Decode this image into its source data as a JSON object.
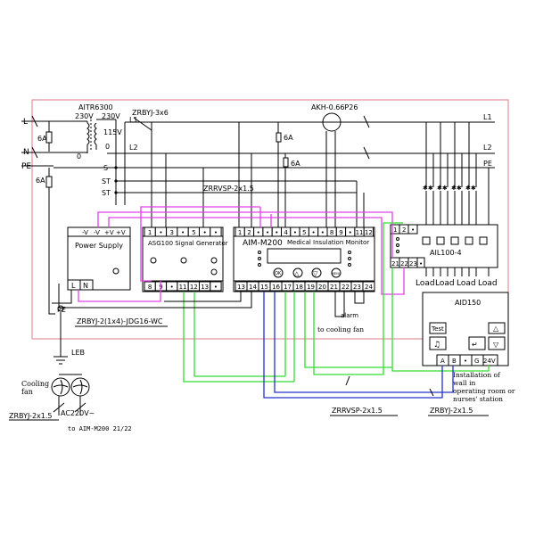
{
  "colors": {
    "frame": "#e07a88",
    "magenta": "#e040e8",
    "green": "#33dd33",
    "blue": "#2233cc",
    "wire": "#000000"
  },
  "transformer": {
    "name": "AITR6300",
    "v_left": "230V",
    "v_right": "230V",
    "v_mid": "115V",
    "zero": "0",
    "zero2": "0"
  },
  "power_labels": {
    "l": "L",
    "n": "N",
    "pe": "PE",
    "l1": "L1",
    "l2": "L2",
    "fuse_6a_1": "6A",
    "fuse_6a_2": "6A",
    "fuse_6a_3": "6A",
    "fuse_6a_4": "6A",
    "s": "S",
    "st1": "ST",
    "st2": "ST",
    "right_l1": "L1",
    "right_l2": "L2",
    "right_pe": "PE"
  },
  "cables": {
    "zrbyj_3x6": "ZRBYJ-3x6",
    "akh": "AKH-0.66P26",
    "zrrvsp_top": "ZRRVSP-2x1.5",
    "zrbyj_conduit": "ZRBYJ-2(1x4)-JDG16-WC",
    "zrrvsp_bottom": "ZRRVSP-2x1.5",
    "zrbyj_bottom": "ZRBYJ-2x1.5",
    "zrbyj_fan": "ZRBYJ-2x1.5",
    "ac220": "AC220V~"
  },
  "power_supply": {
    "title": "Power Supply",
    "terminals": [
      "-V",
      "-V",
      "+V",
      "+V"
    ],
    "bottom_l": "L",
    "bottom_n": "N"
  },
  "signal_generator": {
    "title": "ASG100 Signal Generator",
    "top_terminals": [
      "1",
      "•",
      "3",
      "•",
      "5",
      "•",
      "•"
    ],
    "bottom_terminals": [
      "8",
      "9",
      "•",
      "11",
      "12",
      "13",
      "•"
    ]
  },
  "monitor": {
    "model": "AIM-M200",
    "subtitle": "Medical Insulation Monitor",
    "top_terminals": [
      "1",
      "2",
      "•",
      "•",
      "•",
      "4",
      "•",
      "5",
      "•",
      "•",
      "8",
      "9",
      "•",
      "11",
      "12"
    ],
    "bottom_terminals": [
      "13",
      "14",
      "15",
      "16",
      "17",
      "18",
      "19",
      "20",
      "21",
      "22",
      "23",
      "24"
    ],
    "buttons": [
      "OK",
      "△",
      "▽",
      "MENU"
    ],
    "alarm": "alarm",
    "to_fan": "to cooling fan"
  },
  "ail": {
    "name": "AIL100-4",
    "top_terminals": [
      "1",
      "2",
      "•"
    ],
    "bottom_terminals": [
      "21",
      "22",
      "23",
      "•"
    ],
    "loads": [
      "Load",
      "Load",
      "Load",
      "Load"
    ]
  },
  "aid": {
    "name": "AID150",
    "test": "Test",
    "terminals": [
      "A",
      "B",
      "•",
      "G",
      "24V"
    ],
    "install_note": [
      "Installation of",
      "wall in",
      "operating room or",
      "nurses' station"
    ]
  },
  "ground": {
    "pe": "PE",
    "leb": "LEB"
  },
  "fan": {
    "title_1": "Cooling",
    "title_2": "fan",
    "to_aim": "to AIM-M200 21/22"
  }
}
